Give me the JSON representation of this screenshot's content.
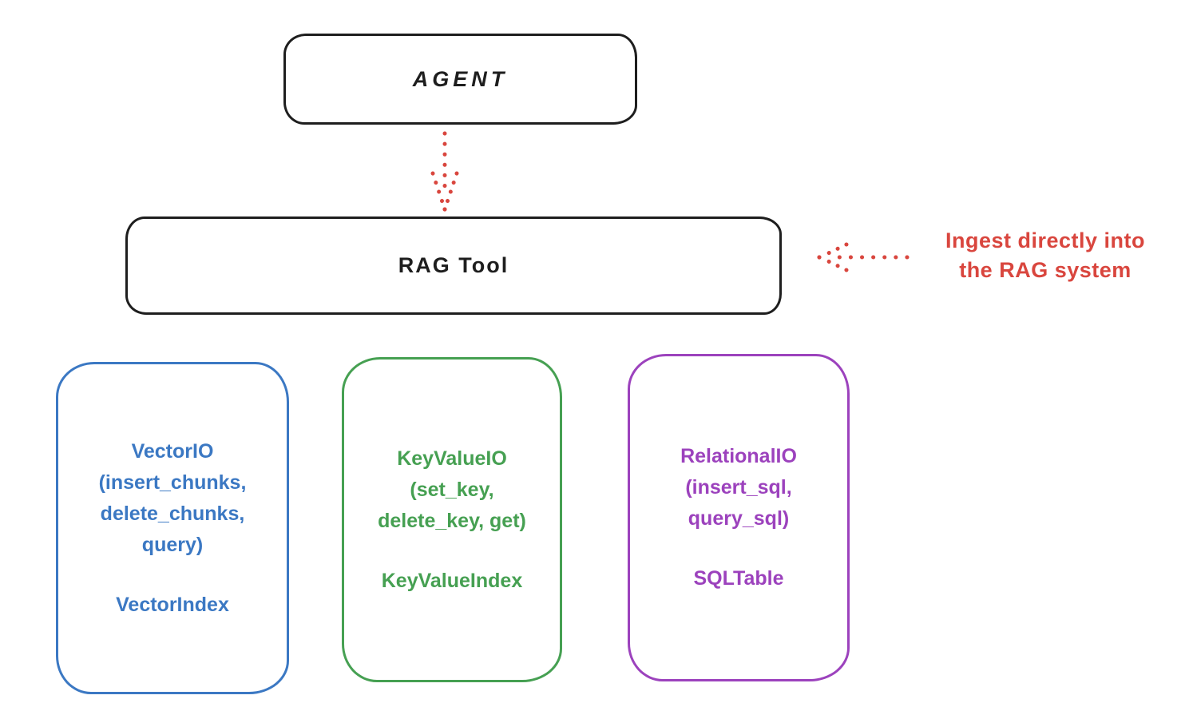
{
  "nodes": {
    "agent": {
      "label": "AGENT"
    },
    "rag_tool": {
      "label": "RAG Tool"
    }
  },
  "annotation": {
    "line1": "Ingest directly into",
    "line2": "the RAG system"
  },
  "stores": [
    {
      "lines": [
        "VectorIO",
        "(insert_chunks,",
        "delete_chunks,",
        "query)"
      ],
      "index_label": "VectorIndex",
      "color": "#3b78c3"
    },
    {
      "lines": [
        "KeyValueIO",
        "(set_key,",
        "delete_key, get)"
      ],
      "index_label": "KeyValueIndex",
      "color": "#46a052"
    },
    {
      "lines": [
        "RelationalIO",
        "(insert_sql,",
        "query_sql)"
      ],
      "index_label": "SQLTable",
      "color": "#9c42bd"
    }
  ],
  "palette": {
    "ink": "#1e1e1e",
    "red": "#d9463e",
    "blue": "#3b78c3",
    "green": "#46a052",
    "purple": "#9c42bd",
    "background": "#ffffff"
  }
}
